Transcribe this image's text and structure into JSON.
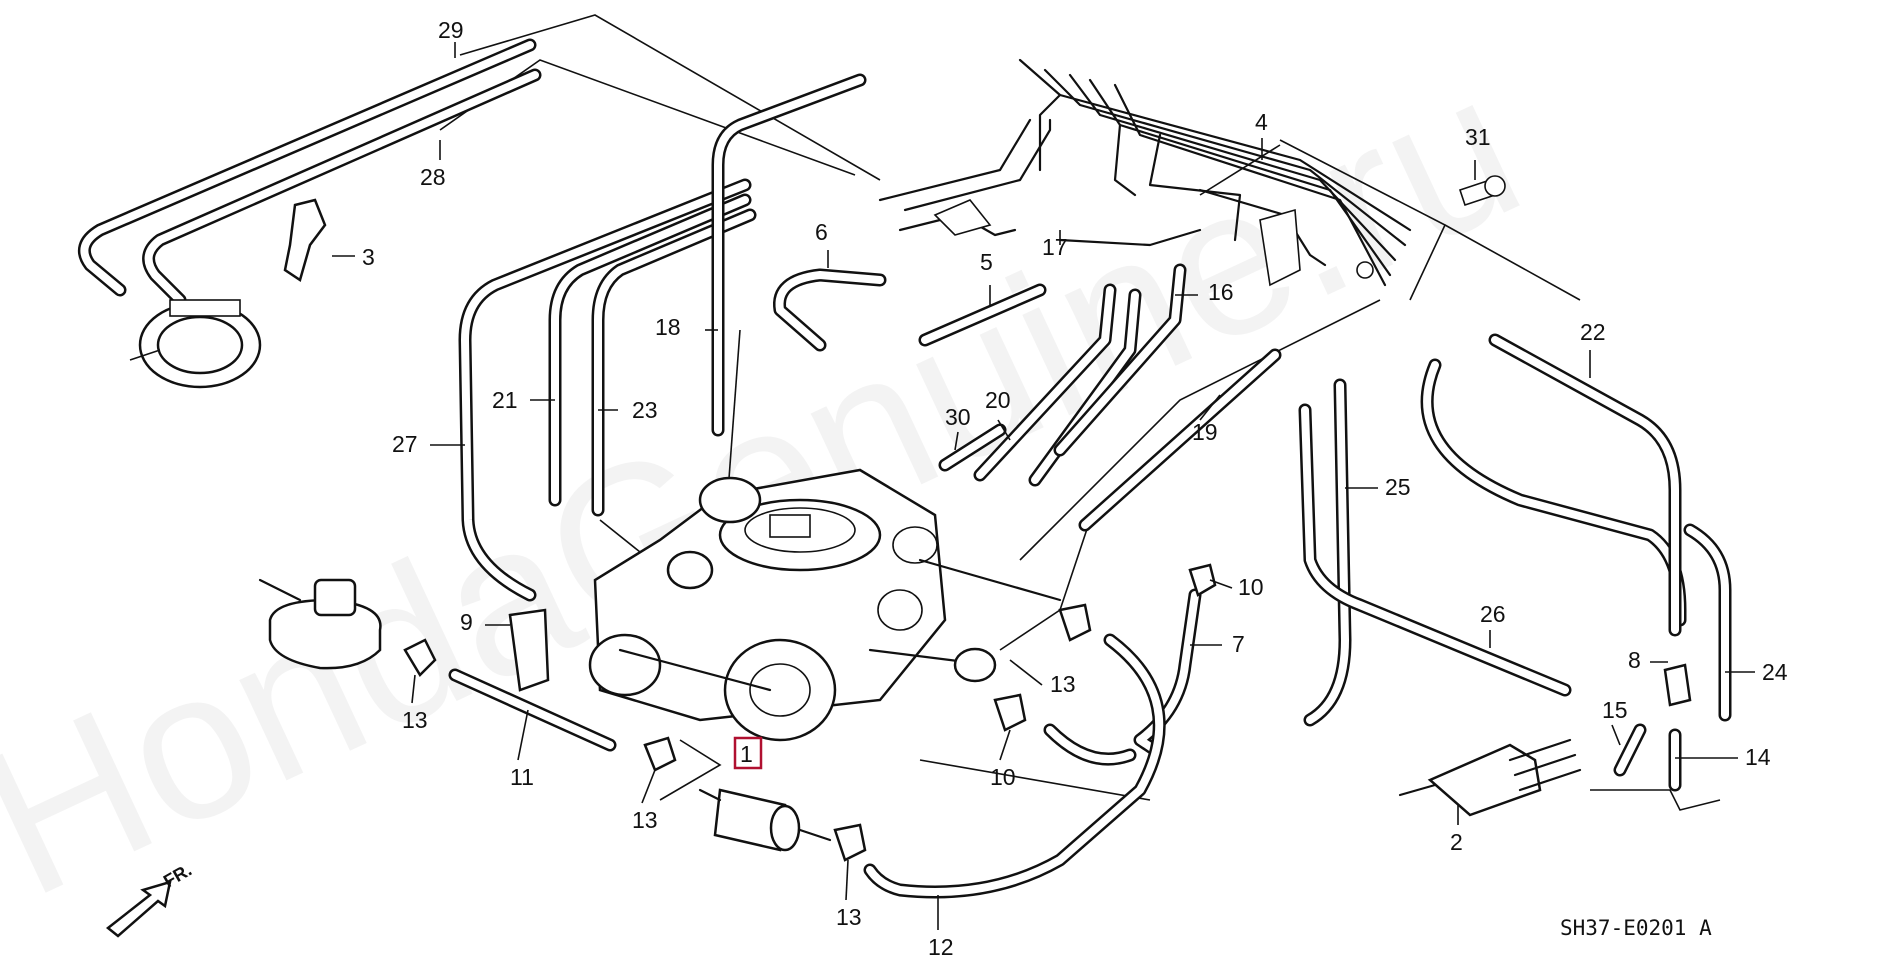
{
  "watermark": "HondaGenuine.ru",
  "diagram_code": "SH37-E0201 A",
  "direction_label": "FR.",
  "highlight_color": "#b01030",
  "callouts": {
    "p1": "1",
    "p2": "2",
    "p3": "3",
    "p4": "4",
    "p5": "5",
    "p6": "6",
    "p7": "7",
    "p8": "8",
    "p9": "9",
    "p10a": "10",
    "p10b": "10",
    "p11": "11",
    "p12": "12",
    "p13a": "13",
    "p13b": "13",
    "p13c": "13",
    "p13d": "13",
    "p14": "14",
    "p15": "15",
    "p16": "16",
    "p17": "17",
    "p18": "18",
    "p19": "19",
    "p20": "20",
    "p21": "21",
    "p22": "22",
    "p23": "23",
    "p24": "24",
    "p25": "25",
    "p26": "26",
    "p27": "27",
    "p28": "28",
    "p29": "29",
    "p30": "30",
    "p31": "31"
  }
}
